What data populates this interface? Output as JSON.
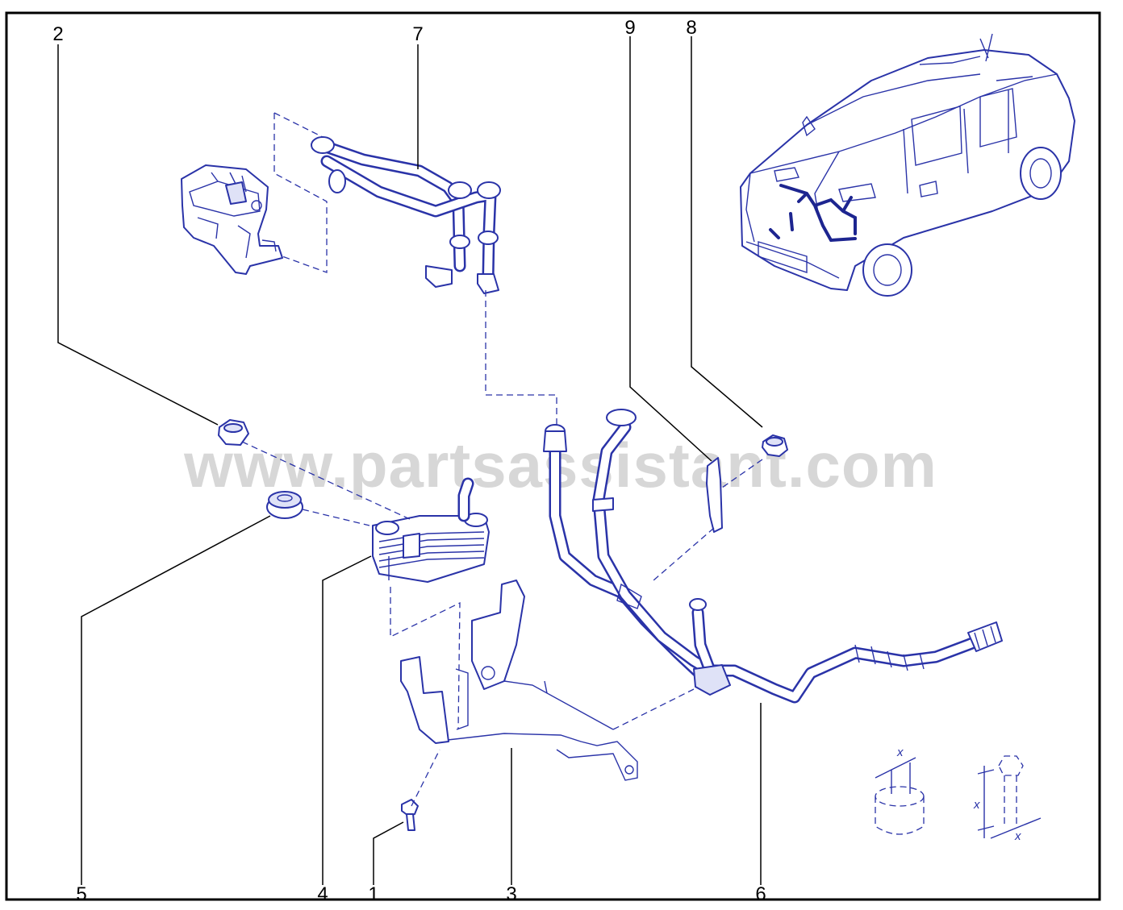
{
  "watermark": "www.partsassistant.com",
  "callouts": {
    "c1": "1",
    "c2": "2",
    "c3": "3",
    "c4": "4",
    "c5": "5",
    "c6": "6",
    "c7": "7",
    "c8": "8",
    "c9": "9"
  },
  "dimension_labels": {
    "nut_x": "x",
    "bolt_x_length": "x",
    "bolt_x_diameter": "x"
  },
  "colors": {
    "line": "#2a33a8",
    "frame": "#000000",
    "watermark": "#c8c8c8"
  }
}
